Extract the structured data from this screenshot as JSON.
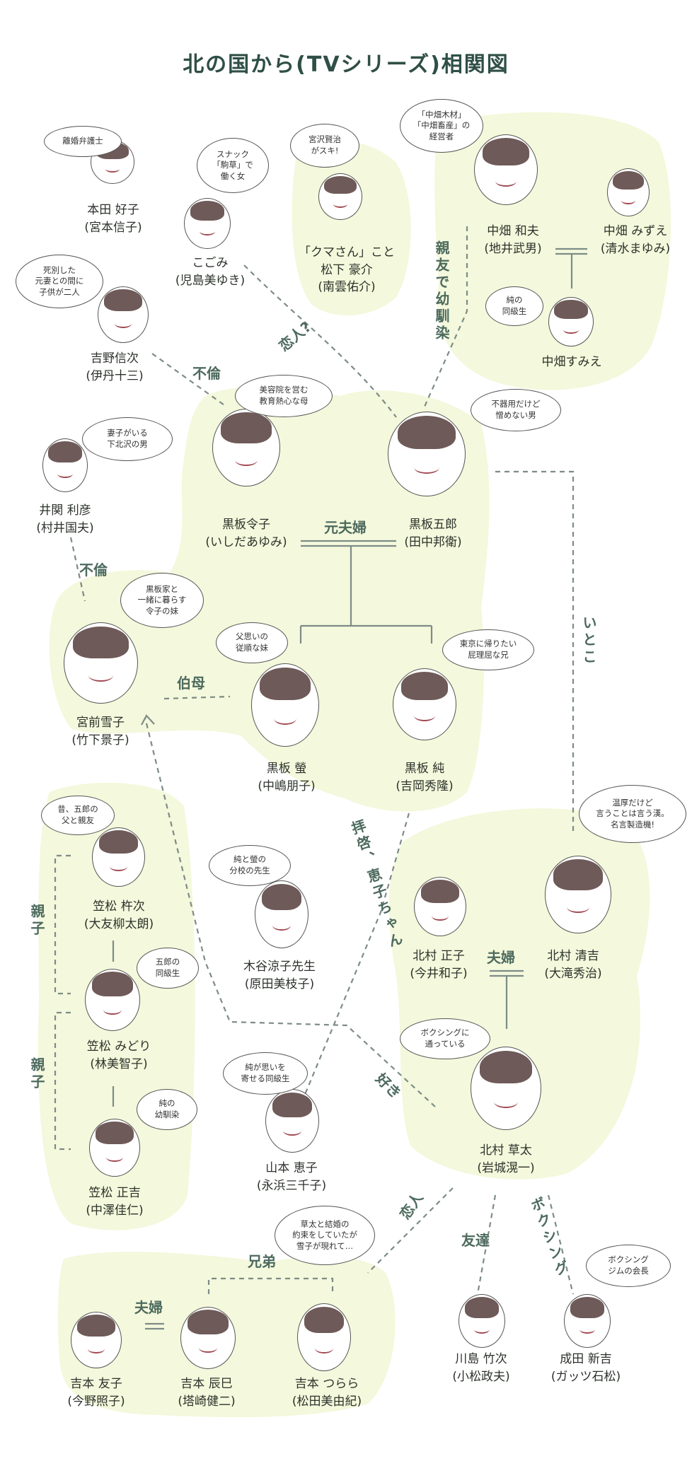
{
  "title": "北の国から(TVシリーズ)相関図",
  "colors": {
    "blob": "#f4f8dc",
    "line": "#7d8c86",
    "label": "#4d6a5e"
  },
  "people": [
    {
      "id": "honda-yoshiko",
      "name": "本田 好子",
      "actor": "(宮本信子)",
      "note": "離婚弁護士"
    },
    {
      "id": "kogomi",
      "name": "こごみ",
      "actor": "(児島美ゆき)",
      "note": "スナック\n「駒草」で\n働く女"
    },
    {
      "id": "matsushita-gousuke",
      "name": "「クマさん」こと\n松下 豪介",
      "actor": "(南雲佑介)",
      "note": "宮沢賢治\nがスキ!"
    },
    {
      "id": "nakahata-kazuo",
      "name": "中畑 和夫",
      "actor": "(地井武男)",
      "note": "「中畑木材」\n「中畑畜産」の\n経営者"
    },
    {
      "id": "nakahata-mizue",
      "name": "中畑 みずえ",
      "actor": "(清水まゆみ)",
      "note": ""
    },
    {
      "id": "nakahata-sumie",
      "name": "中畑すみえ",
      "actor": "",
      "note": "純の\n同級生"
    },
    {
      "id": "yoshino-nobuji",
      "name": "吉野信次",
      "actor": "(伊丹十三)",
      "note": "死別した\n元妻との間に\n子供が二人"
    },
    {
      "id": "kuroita-reiko",
      "name": "黒板令子",
      "actor": "(いしだあゆみ)",
      "note": "美容院を営む\n教育熱心な母"
    },
    {
      "id": "kuroita-goro",
      "name": "黒板五郎",
      "actor": "(田中邦衛)",
      "note": "不器用だけど\n憎めない男"
    },
    {
      "id": "izeki-toshihiko",
      "name": "井関 利彦",
      "actor": "(村井国夫)",
      "note": "妻子がいる\n下北沢の男"
    },
    {
      "id": "miyamae-yukiko",
      "name": "宮前雪子",
      "actor": "(竹下景子)",
      "note": "黒板家と\n一緒に暮らす\n令子の妹"
    },
    {
      "id": "kuroita-hotaru",
      "name": "黒板 螢",
      "actor": "(中嶋朋子)",
      "note": "父思いの\n従順な妹"
    },
    {
      "id": "kuroita-jun",
      "name": "黒板 純",
      "actor": "(吉岡秀隆)",
      "note": "東京に帰りたい\n屁理屈な兄"
    },
    {
      "id": "kasamatsu-kineji",
      "name": "笠松 杵次",
      "actor": "(大友柳太朗)",
      "note": "昔、五郎の\n父と親友"
    },
    {
      "id": "kiya-ryoko",
      "name": "木谷涼子先生",
      "actor": "(原田美枝子)",
      "note": "純と螢の\n分校の先生"
    },
    {
      "id": "kitamura-masako",
      "name": "北村 正子",
      "actor": "(今井和子)",
      "note": ""
    },
    {
      "id": "kitamura-kiyoshi",
      "name": "北村 清吉",
      "actor": "(大滝秀治)",
      "note": "温厚だけど\n言うことは言う漢。\n名言製造機!"
    },
    {
      "id": "kasamatsu-midori",
      "name": "笠松 みどり",
      "actor": "(林美智子)",
      "note": "五郎の\n同級生"
    },
    {
      "id": "kitamura-sota",
      "name": "北村 草太",
      "actor": "(岩城滉一)",
      "note": "ボクシングに\n通っている"
    },
    {
      "id": "yamamoto-eriko",
      "name": "山本 恵子",
      "actor": "(永浜三千子)",
      "note": "純が思いを\n寄せる同級生"
    },
    {
      "id": "kasamatsu-shokichi",
      "name": "笠松 正吉",
      "actor": "(中澤佳仁)",
      "note": "純の\n幼馴染"
    },
    {
      "id": "yoshimoto-tomoko",
      "name": "吉本 友子",
      "actor": "(今野照子)",
      "note": ""
    },
    {
      "id": "yoshimoto-tatsumi",
      "name": "吉本 辰巳",
      "actor": "(塔崎健二)",
      "note": ""
    },
    {
      "id": "yoshimoto-tsurara",
      "name": "吉本 つらら",
      "actor": "(松田美由紀)",
      "note": "草太と結婚の\n約束をしていたが\n雪子が現れて…"
    },
    {
      "id": "kawashima-takeji",
      "name": "川島 竹次",
      "actor": "(小松政夫)",
      "note": ""
    },
    {
      "id": "narita-shinkichi",
      "name": "成田 新吉",
      "actor": "(ガッツ石松)",
      "note": "ボクシング\nジムの会長"
    }
  ],
  "relations": {
    "shinyu": "親友で幼馴染",
    "koibito1": "恋人?",
    "furin1": "不倫",
    "motofufu": "元夫婦",
    "furin2": "不倫",
    "itoko": "いとこ",
    "oba": "伯母",
    "oyako1": "親子",
    "fufu1": "夫婦",
    "haikei": "拝啓、恵子ちゃん",
    "oyako2": "親子",
    "suki": "好き",
    "koibito2": "恋人",
    "tomodachi": "友達",
    "boxing": "ボクシング",
    "kyodai": "兄弟",
    "fufu2": "夫婦"
  }
}
